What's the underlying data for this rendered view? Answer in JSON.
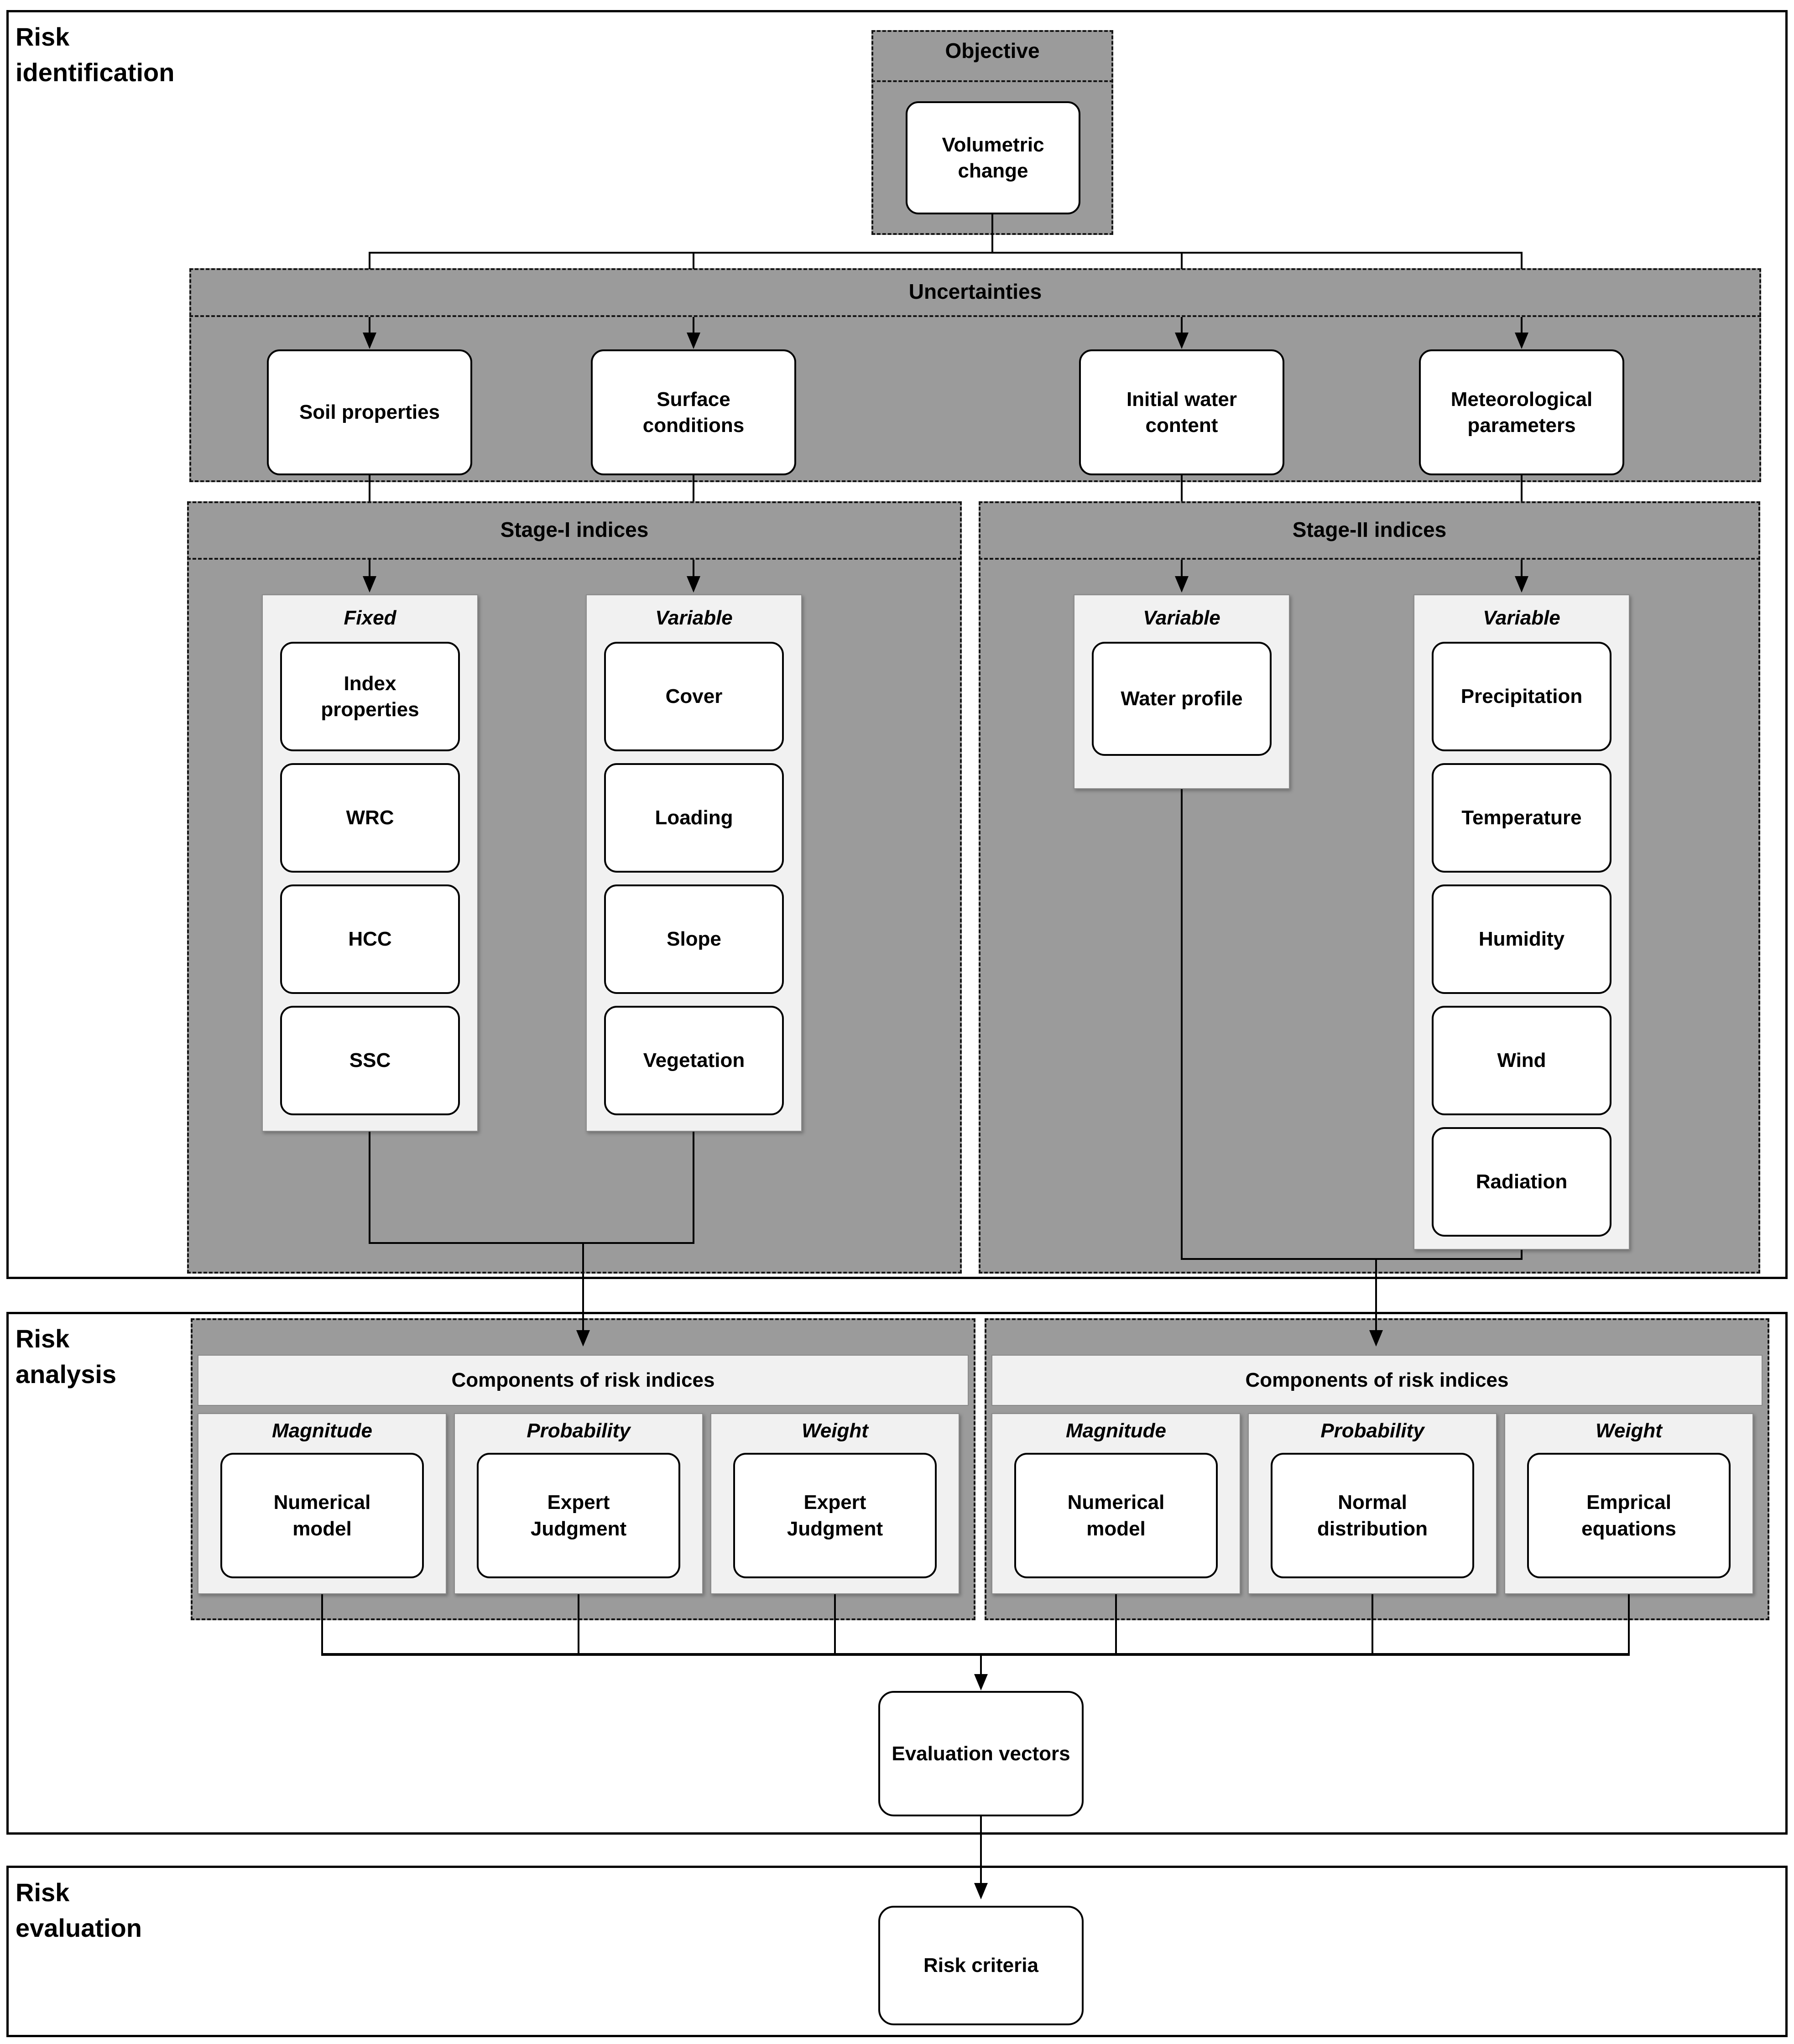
{
  "sections": {
    "identification": {
      "label": "Risk\nidentification"
    },
    "analysis": {
      "label": "Risk\nanalysis"
    },
    "evaluation": {
      "label": "Risk\nevaluation"
    }
  },
  "objective": {
    "title": "Objective",
    "item": "Volumetric change"
  },
  "uncertainties": {
    "title": "Uncertainties",
    "items": [
      "Soil properties",
      "Surface conditions",
      "Initial water content",
      "Meteorological parameters"
    ]
  },
  "stage1": {
    "title": "Stage-I indices",
    "columns": [
      {
        "header": "Fixed",
        "items": [
          "Index properties",
          "WRC",
          "HCC",
          "SSC"
        ]
      },
      {
        "header": "Variable",
        "items": [
          "Cover",
          "Loading",
          "Slope",
          "Vegetation"
        ]
      }
    ]
  },
  "stage2": {
    "title": "Stage-II indices",
    "columns": [
      {
        "header": "Variable",
        "items": [
          "Water profile"
        ]
      },
      {
        "header": "Variable",
        "items": [
          "Precipitation",
          "Temperature",
          "Humidity",
          "Wind",
          "Radiation"
        ]
      }
    ]
  },
  "risk_analysis": {
    "left": {
      "title": "Components of risk indices",
      "panels": [
        {
          "header": "Magnitude",
          "item": "Numerical model"
        },
        {
          "header": "Probability",
          "item": "Expert Judgment"
        },
        {
          "header": "Weight",
          "item": "Expert Judgment"
        }
      ]
    },
    "right": {
      "title": "Components of risk indices",
      "panels": [
        {
          "header": "Magnitude",
          "item": "Numerical model"
        },
        {
          "header": "Probability",
          "item": "Normal distribution"
        },
        {
          "header": "Weight",
          "item": "Emprical equations"
        }
      ]
    }
  },
  "outputs": {
    "vectors": "Evaluation vectors",
    "criteria": "Risk criteria"
  },
  "colors": {
    "band_gray": "#9b9b9b",
    "panel_light": "#f1f1f1",
    "line_black": "#000000",
    "border_dash": "#161616"
  }
}
